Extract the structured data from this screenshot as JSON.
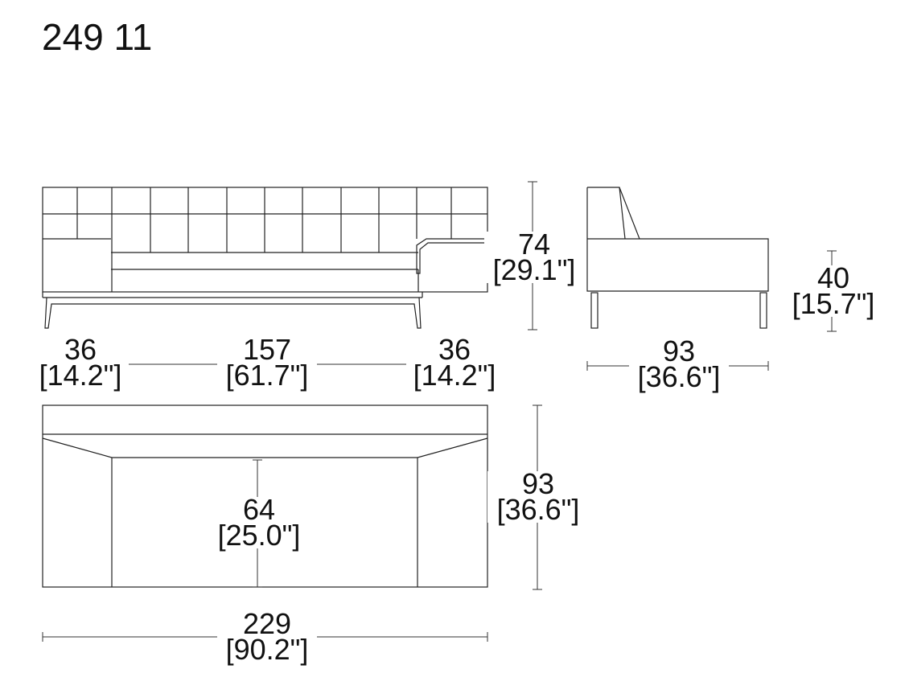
{
  "model_number": "249 11",
  "dimensions": {
    "front_left_arm_width": {
      "cm": "36",
      "in": "[14.2\"]"
    },
    "front_seat_width": {
      "cm": "157",
      "in": "[61.7\"]"
    },
    "front_right_arm_width": {
      "cm": "36",
      "in": "[14.2\"]"
    },
    "overall_height": {
      "cm": "74",
      "in": "[29.1\"]"
    },
    "seat_height": {
      "cm": "40",
      "in": "[15.7\"]"
    },
    "side_depth": {
      "cm": "93",
      "in": "[36.6\"]"
    },
    "top_depth": {
      "cm": "93",
      "in": "[36.6\"]"
    },
    "seat_depth": {
      "cm": "64",
      "in": "[25.0\"]"
    },
    "overall_width": {
      "cm": "229",
      "in": "[90.2\"]"
    }
  }
}
